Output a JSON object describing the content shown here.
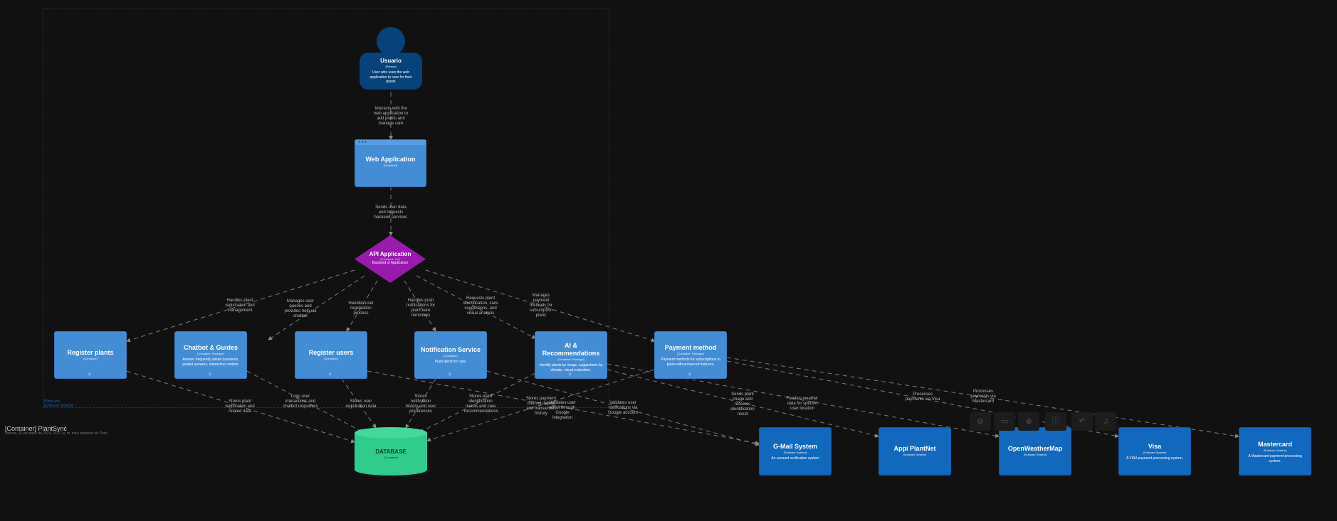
{
  "diagram": {
    "footer_title": "[Container] PlantSync",
    "footer_subtitle": "viernes, 31 de mayo de 2024, 16:17 a. m. hora estándar de Perú",
    "boundary": {
      "name": "PlantSync",
      "type": "[Software System]"
    },
    "person": {
      "title": "Usuario",
      "type": "[Person]",
      "description": "User who uses the web application to care for their plants"
    },
    "web_app": {
      "title": "Web Application",
      "type": "[Container]"
    },
    "api": {
      "title": "API Application",
      "type": "[Container: Go]",
      "description": "Backend of Application"
    },
    "containers": [
      {
        "title": "Register plants",
        "type": "[Container]",
        "description": ""
      },
      {
        "title": "Chatbot & Guides",
        "type": "[Container: Package]",
        "description": "Answer frequently asked questions, guided answers, interactive content."
      },
      {
        "title": "Register users",
        "type": "[Container]",
        "description": ""
      },
      {
        "title": "Notification Service",
        "type": "[Container]",
        "description": "Push alerts for care."
      },
      {
        "title": "AI & Recommendations",
        "type": "[Container: Package]",
        "description": "Identify plants by image, suggestions by climate, visual evaluation."
      },
      {
        "title": "Payment method",
        "type": "[Container: Package]",
        "description": "Payment methods for subscriptions to plans with enhanced features."
      }
    ],
    "database": {
      "title": "DATABASE",
      "type": "[Container]"
    },
    "externals": [
      {
        "title": "G-Mail System",
        "type": "[Software System]",
        "description": "An account verification system"
      },
      {
        "title": "Appi PlantNet",
        "type": "[Software System]",
        "description": ""
      },
      {
        "title": "OpenWeatherMap",
        "type": "[Software System]",
        "description": ""
      },
      {
        "title": "Visa",
        "type": "[Software System]",
        "description": "A VISA payment processing system."
      },
      {
        "title": "Mastercard",
        "type": "[Software System]",
        "description": "A Mastercard payment processing system."
      }
    ],
    "edge_labels": {
      "person_web": "Interacts with the web application to add plants and manage care",
      "web_api": "Sends user data and requests backend services",
      "api_register_plants": "Handles plant registration and management",
      "api_chatbot": "Manages user queries and provides help via chatbot",
      "api_register_users": "Handles user registration process",
      "api_notification": "Handles push notifications for plant care reminders",
      "api_ai": "Requests plant identification, care suggestions, and visual analysis",
      "api_payment": "Manages payment methods for subscription plans",
      "plants_db": "Stores plant registration and related data",
      "chatbot_db": "Logs user interactions and chatbot responses",
      "users_db": "Stores user registration data",
      "notif_db": "Stores notification history and user preferences",
      "ai_db": "Stores plant identification results and care recommendations",
      "payment_db": "Stores payment method details and transaction history",
      "users_gmail": "Validates user email through Google integration",
      "notif_gmail": "Validates user notifications via Google account",
      "ai_plantnet": "Sends plant image and receives identification result",
      "ai_weather": "Fetches weather data for specific user location",
      "payment_visa": "Processes payments via Visa",
      "payment_mastercard": "Processes payments via Mastercard"
    }
  },
  "toolbar": {
    "buttons": [
      {
        "name": "zoom-out",
        "icon": "zoom-out-icon",
        "glyph": "⊖"
      },
      {
        "name": "fit-screen",
        "icon": "fit-screen-icon",
        "glyph": "▭"
      },
      {
        "name": "zoom-in",
        "icon": "zoom-in-icon",
        "glyph": "⊕"
      },
      {
        "name": "info",
        "icon": "info-icon",
        "glyph": "ⓘ"
      },
      {
        "name": "undo",
        "icon": "undo-icon",
        "glyph": "↶"
      },
      {
        "name": "notifications",
        "icon": "bell-icon",
        "glyph": "♫"
      }
    ]
  },
  "colors": {
    "background": "#111111",
    "person": "#08427b",
    "container": "#438dd5",
    "external": "#1168bd",
    "api": "#9a1aae",
    "database": "#2fcc8c"
  }
}
